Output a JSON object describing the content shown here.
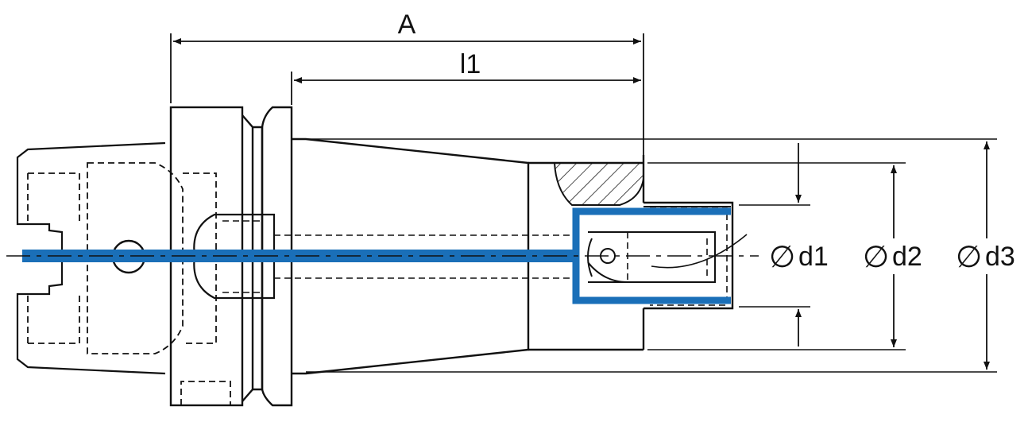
{
  "dimensions": {
    "A": "A",
    "l1": "l1",
    "d1": "d1",
    "d2": "d2",
    "d3": "d3",
    "diameter_symbol": "∅"
  },
  "colors": {
    "coolant_channel": "#1a6fb8",
    "line": "#111111"
  }
}
